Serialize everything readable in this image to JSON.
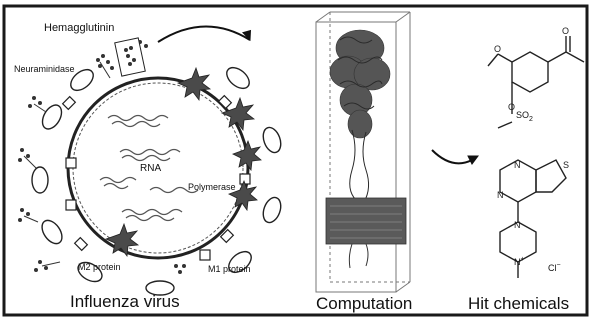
{
  "labels": {
    "hemagglutinin": "Hemagglutinin",
    "neuraminidase": "Neuraminidase",
    "rna": "RNA",
    "polymerase": "Polymerase",
    "m2": "M2 protein",
    "m1": "M1 protein"
  },
  "chem": {
    "so2": "SO",
    "so2_sub": "2",
    "nh": "N",
    "nh_sup": "+",
    "cl": "Cl",
    "cl_sup": "−"
  },
  "captions": {
    "virus": "Influenza virus",
    "computation": "Computation",
    "hits": "Hit chemicals"
  },
  "colors": {
    "frame": "#1a1a1a",
    "ink": "#222222",
    "protein_dark": "#4a4a4a",
    "membrane": "#5a5a5a"
  }
}
